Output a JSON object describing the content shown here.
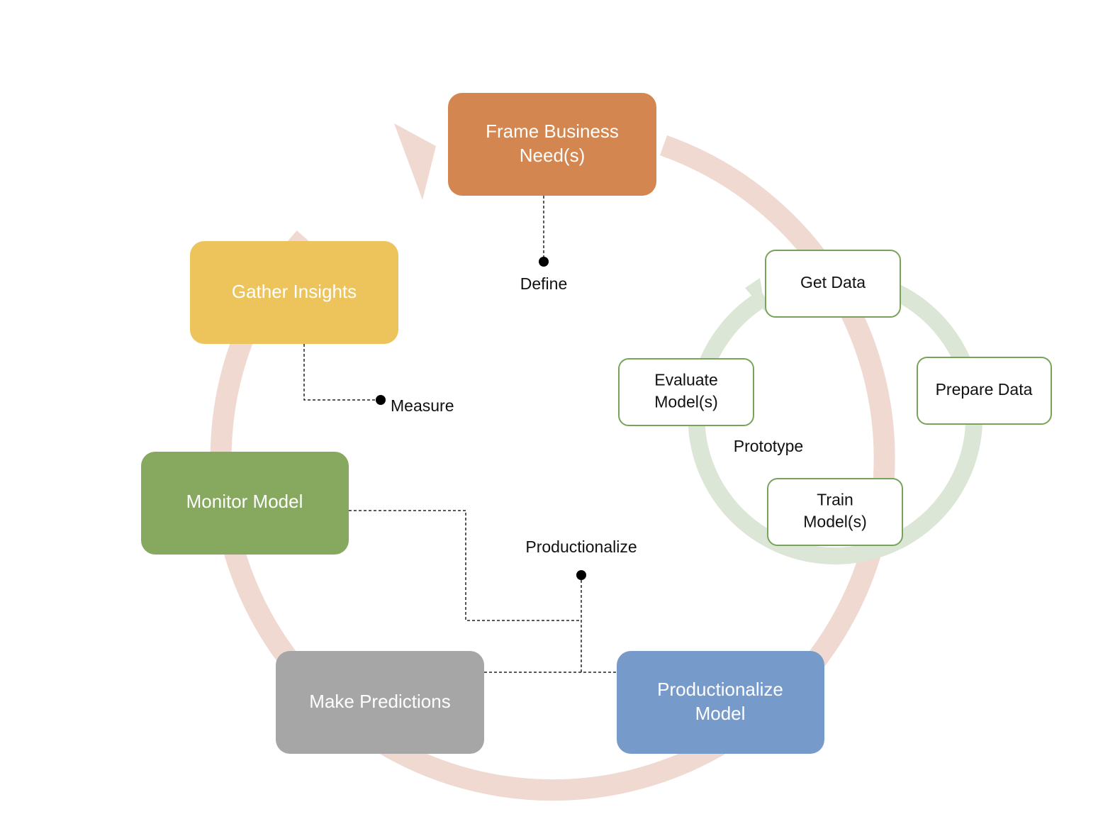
{
  "colors": {
    "outer_ring": "#f0d9d1",
    "inner_ring": "#dce6d6",
    "frame_node": "#d38650",
    "insights_node": "#edc35c",
    "monitor_node": "#87a95f",
    "predict_node": "#a6a6a6",
    "production_node": "#769bcb",
    "inner_node_border": "#77a35a",
    "connector": "#222222"
  },
  "outer_cycle": {
    "frame": {
      "lines": [
        "Frame Business",
        "Need(s)"
      ]
    },
    "insights": {
      "lines": [
        "Gather Insights"
      ]
    },
    "monitor": {
      "lines": [
        "Monitor Model"
      ]
    },
    "predict": {
      "lines": [
        "Make Predictions"
      ]
    },
    "production": {
      "lines": [
        "Productionalize",
        "Model"
      ]
    }
  },
  "inner_cycle": {
    "get_data": {
      "lines": [
        "Get Data"
      ]
    },
    "prepare_data": {
      "lines": [
        "Prepare Data"
      ]
    },
    "train": {
      "lines": [
        "Train",
        "Model(s)"
      ]
    },
    "evaluate": {
      "lines": [
        "Evaluate",
        "Model(s)"
      ]
    }
  },
  "stage_labels": {
    "define": "Define",
    "measure": "Measure",
    "productionalize": "Productionalize",
    "prototype": "Prototype"
  }
}
